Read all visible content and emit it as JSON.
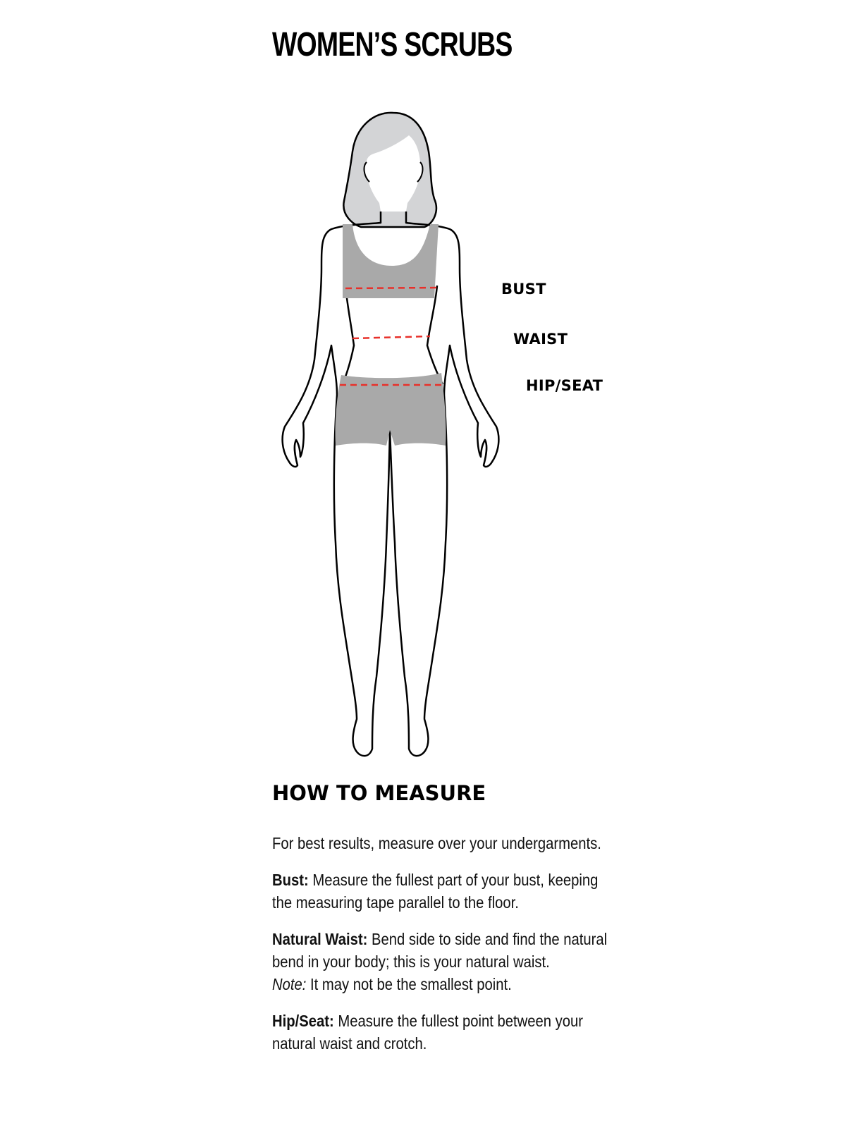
{
  "page": {
    "title": "WOMEN’S SCRUBS"
  },
  "figure": {
    "description": "Female body outline with measurement lines",
    "measurement_labels": {
      "bust": "BUST",
      "waist": "WAIST",
      "hip": "HIP/SEAT"
    },
    "colors": {
      "hair": "#d3d4d6",
      "garment": "#a9a9a9",
      "outline": "#000000",
      "measure_line": "#e8302a"
    }
  },
  "how_to_measure": {
    "heading": "HOW TO MEASURE",
    "intro": "For best results, measure over your undergarments.",
    "items": [
      {
        "term": "Bust:",
        "text": " Measure the fullest part of your bust, keeping the measuring tape parallel to the floor."
      },
      {
        "term": "Natural Waist:",
        "text": " Bend side to side and find the natural bend in your body; this is your natural waist.",
        "note_label": "Note:",
        "note_text": " It may not be the smallest point."
      },
      {
        "term": "Hip/Seat:",
        "text": " Measure the fullest point between your natural waist and crotch."
      }
    ]
  }
}
